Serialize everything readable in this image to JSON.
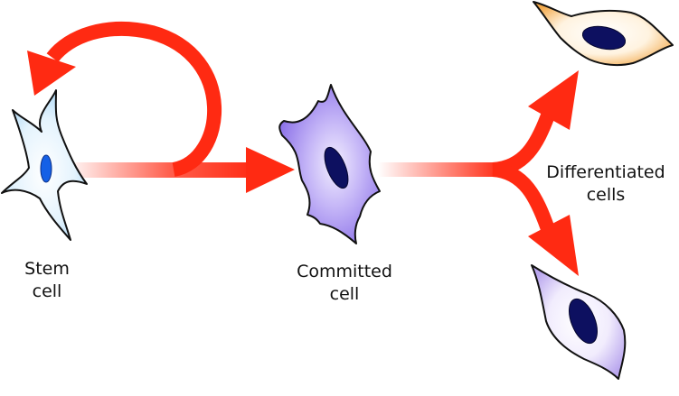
{
  "labels": {
    "stem": {
      "line1": "Stem",
      "line2": "cell"
    },
    "committed": {
      "line1": "Committed",
      "line2": "cell"
    },
    "differentiated": {
      "line1": "Differentiated",
      "line2": "cells"
    }
  },
  "colors": {
    "arrow": "#ff2a12",
    "stem_fill": "#cfe9fb",
    "stem_nucleus": "#1560e6",
    "committed_fill": "#a48ff2",
    "committed_nucleus": "#0d1060",
    "orange_fill": "#f6b860",
    "lavender_fill": "#c8b8f2",
    "diff_nucleus": "#0d1060"
  }
}
